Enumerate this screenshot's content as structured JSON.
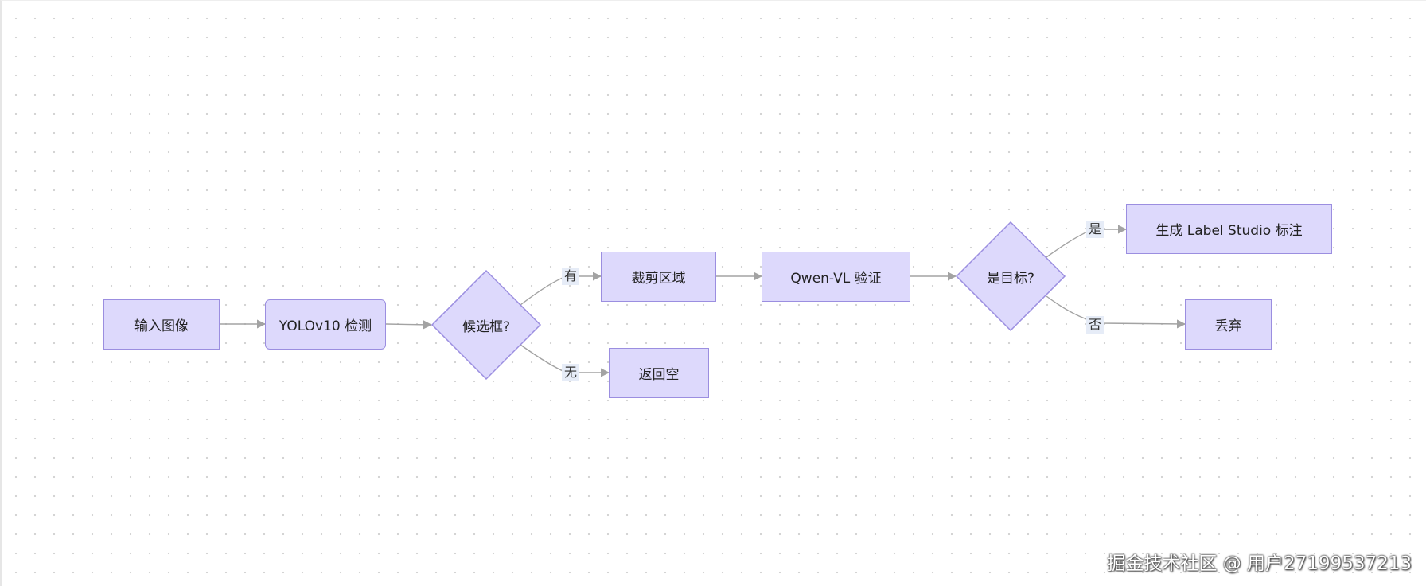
{
  "diagram": {
    "nodes": {
      "input": "输入图像",
      "yolo": "YOLOv10 检测",
      "candidate": "候选框?",
      "crop": "裁剪区域",
      "return_empty": "返回空",
      "qwen": "Qwen-VL 验证",
      "is_target": "是目标?",
      "generate": "生成 Label Studio 标注",
      "discard": "丢弃"
    },
    "edge_labels": {
      "has": "有",
      "none": "无",
      "yes": "是",
      "no": "否"
    }
  },
  "colors": {
    "node_fill": "#ddd9fc",
    "node_stroke": "#9b8ee0",
    "edge": "#a3a3a3",
    "label_bg": "#e6ecf7"
  },
  "watermark": "掘金技术社区 @ 用户27199537213"
}
